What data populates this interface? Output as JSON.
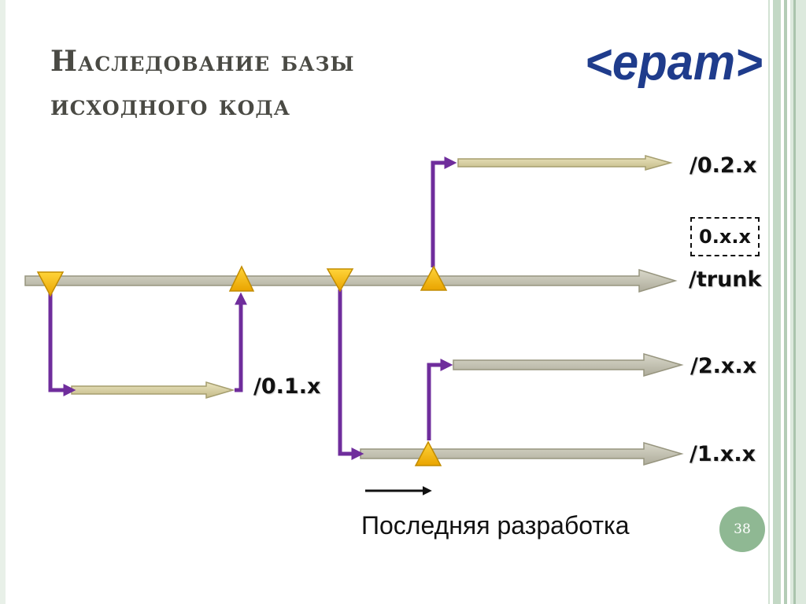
{
  "title": {
    "line1": "Наследование базы",
    "line2": "исходного кода"
  },
  "logo": {
    "text": "<epam>",
    "color": "#1f3c8c"
  },
  "branches": {
    "b02": "/0.2.x",
    "tag": "0.x.x",
    "trunk": "/trunk",
    "b2": "/2.x.x",
    "b01": "/0.1.x",
    "b1": "/1.x.x"
  },
  "legend": {
    "caption": "Последняя разработка"
  },
  "page": {
    "number": "38"
  },
  "colors": {
    "trunk_arrow": "#c4c3b2",
    "feature_arrow": "#d8d1a6",
    "connector": "#6f2d9c",
    "marker": "#f4b800",
    "frame": "#c9dccb"
  }
}
